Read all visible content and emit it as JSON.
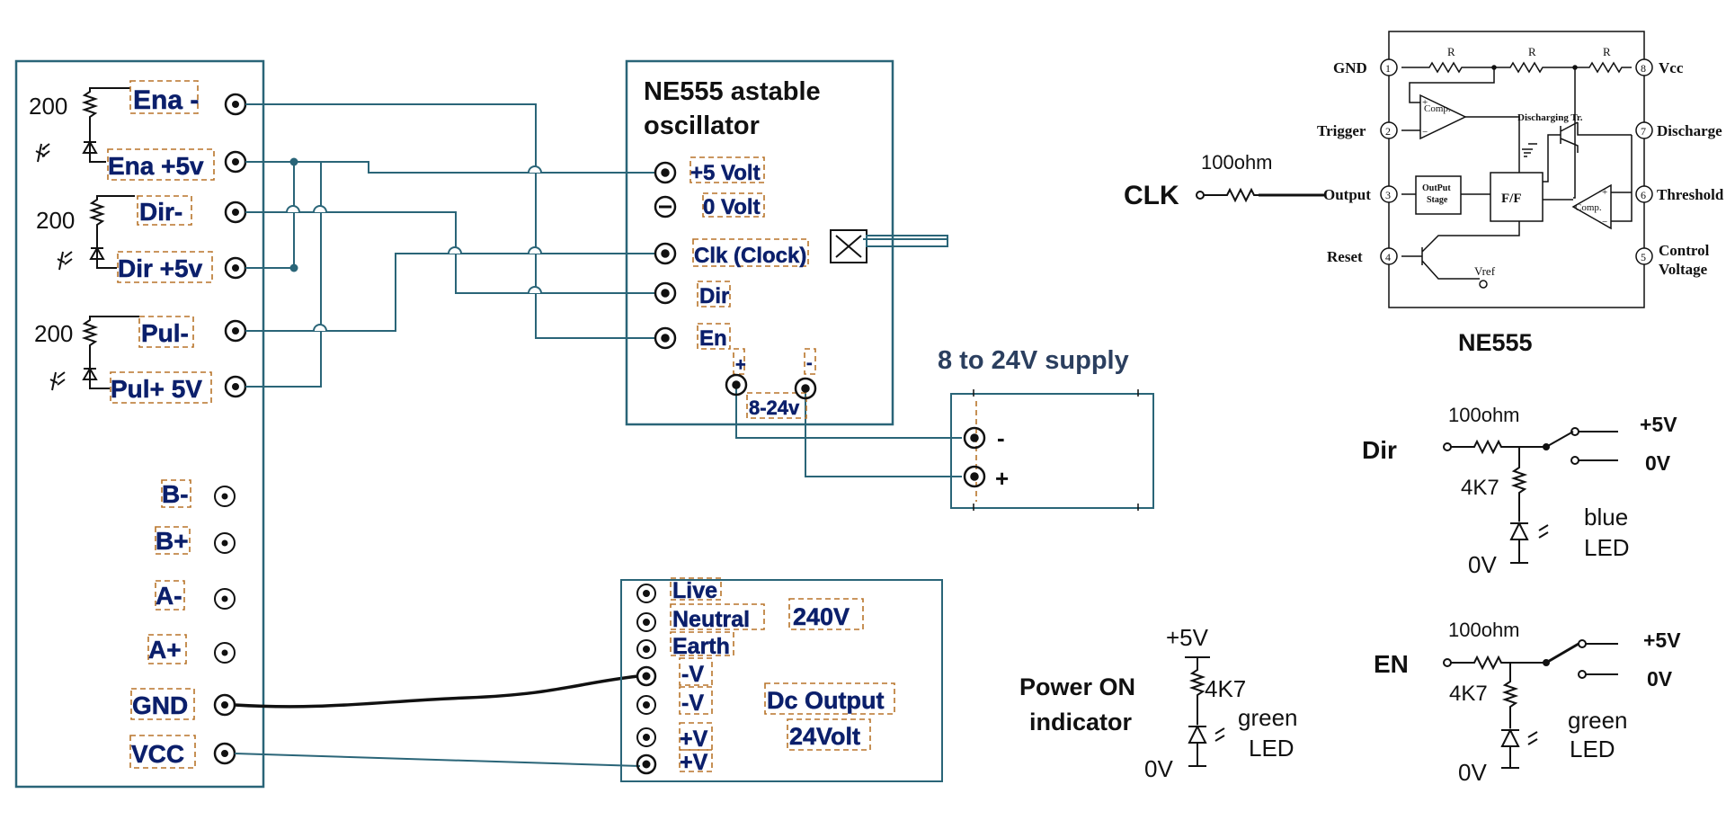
{
  "colors": {
    "box": "#2a6578",
    "wire": "#2a6578",
    "label": "#0b1f6b",
    "dash": "#b8742a",
    "ink": "#111111"
  },
  "driver": {
    "resistor_value": "200",
    "terminals": [
      "Ena -",
      "Ena +5v",
      "Dir-",
      "Dir +5v",
      "Pul-",
      "Pul+ 5V",
      "B-",
      "B+",
      "A-",
      "A+",
      "GND",
      "VCC"
    ]
  },
  "oscillator": {
    "title_line1": "NE555 astable",
    "title_line2": "oscillator",
    "terminals": [
      "+5 Volt",
      "0 Volt",
      "Clk (Clock)",
      "Dir",
      "En"
    ],
    "supply_plus": "+",
    "supply_minus": "-",
    "supply_label": "8-24v"
  },
  "supply": {
    "title": "8 to 24V supply",
    "minus": "-",
    "plus": "+"
  },
  "psu": {
    "terminals": [
      "Live",
      "Neutral",
      "Earth",
      "-V",
      "-V",
      "+V",
      "+V"
    ],
    "ac_label": "240V",
    "dc_label_line1": "Dc Output",
    "dc_label_line2": "24Volt"
  },
  "ne555_chip": {
    "caption": "NE555",
    "resistor_label": "R",
    "pins": [
      {
        "num": "1",
        "name": "GND"
      },
      {
        "num": "2",
        "name": "Trigger"
      },
      {
        "num": "3",
        "name": "Output"
      },
      {
        "num": "4",
        "name": "Reset"
      },
      {
        "num": "8",
        "name": "Vcc"
      },
      {
        "num": "7",
        "name": "Discharge"
      },
      {
        "num": "6",
        "name": "Threshold"
      },
      {
        "num": "5",
        "name": "Control Voltage"
      }
    ],
    "comp": "Comp.",
    "output_stage": "OutPut Stage",
    "flipflop": "F/F",
    "discharging": "Discharging Tr.",
    "vref": "Vref",
    "plus": "+",
    "minus": "−"
  },
  "clk": {
    "label": "CLK",
    "resistor": "100ohm"
  },
  "dir_circuit": {
    "label": "Dir",
    "resistor": "100ohm",
    "r2": "4K7",
    "plus5": "+5V",
    "zero_top": "0V",
    "zero_bottom": "0V",
    "led_line1": "blue",
    "led_line2": "LED"
  },
  "en_circuit": {
    "label": "EN",
    "resistor": "100ohm",
    "r2": "4K7",
    "plus5": "+5V",
    "zero_top": "0V",
    "zero_bottom": "0V",
    "led_line1": "green",
    "led_line2": "LED"
  },
  "power_on": {
    "label_line1": "Power ON",
    "label_line2": "indicator",
    "plus5": "+5V",
    "r": "4K7",
    "zero": "0V",
    "led_line1": "green",
    "led_line2": "LED"
  }
}
